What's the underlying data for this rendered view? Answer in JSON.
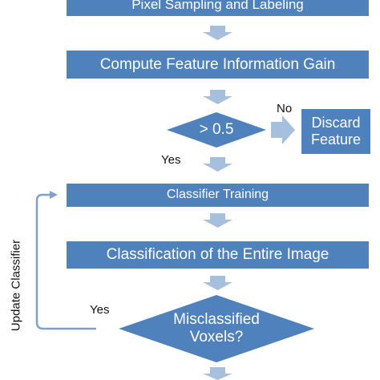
{
  "steps": {
    "pixel_sampling": "Pixel Sampling and Labeling",
    "compute_gain": "Compute Feature Information Gain",
    "threshold": "> 0.5",
    "discard": "Discard Feature",
    "classifier_training": "Classifier Training",
    "classification": "Classification of the Entire Image",
    "misclassified": "Misclassified Voxels?"
  },
  "labels": {
    "no": "No",
    "yes_threshold": "Yes",
    "yes_misclassified": "Yes",
    "update_classifier": "Update Classifier"
  },
  "colors": {
    "box_fill": "#4f81bd",
    "arrow_fill": "#a6bfdc",
    "loop_line": "#7f9fcf"
  }
}
